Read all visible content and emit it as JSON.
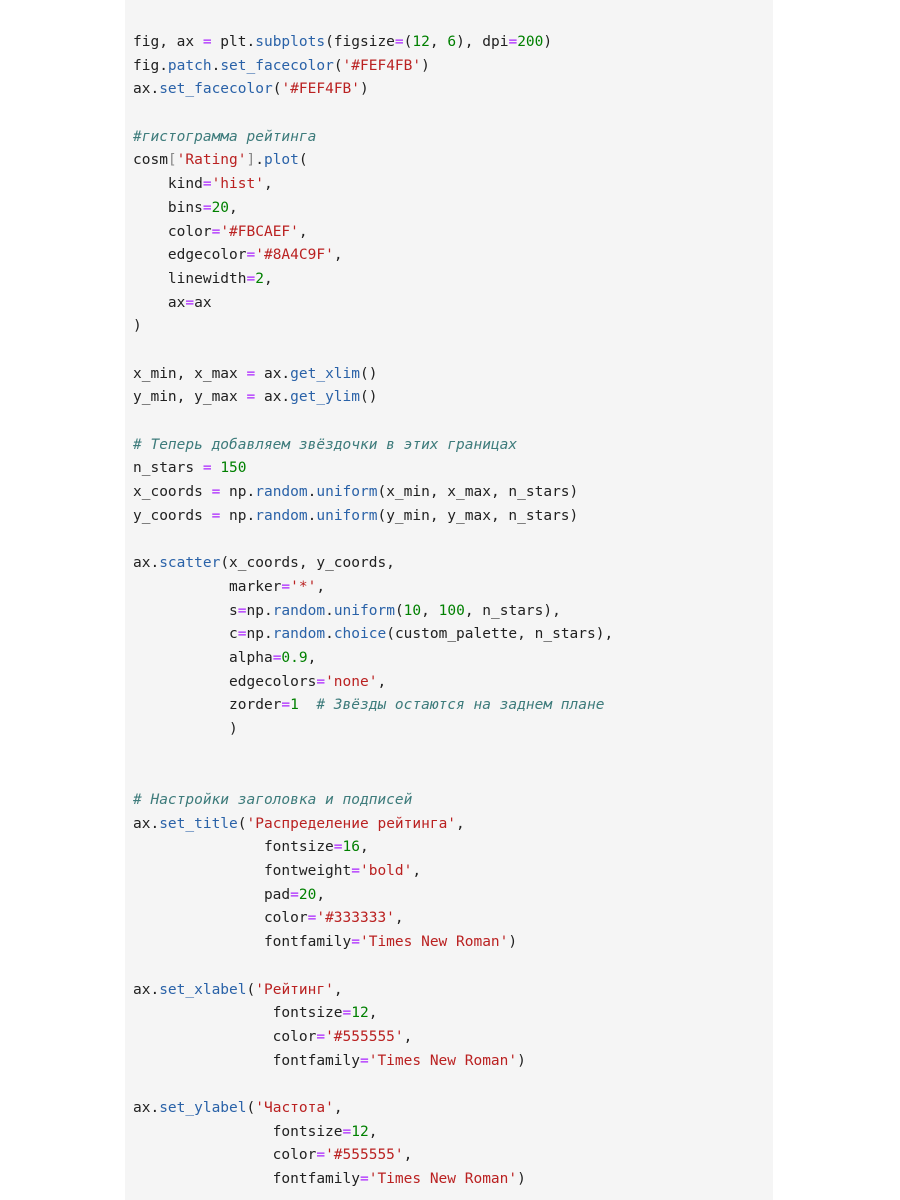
{
  "code_cell": {
    "lines": [
      [
        [
          "n",
          "fig, ax "
        ],
        [
          "o",
          "="
        ],
        [
          "n",
          " plt."
        ],
        [
          "a",
          "subplots"
        ],
        [
          "n",
          "(figsize"
        ],
        [
          "o",
          "="
        ],
        [
          "n",
          "("
        ],
        [
          "m",
          "12"
        ],
        [
          "n",
          ", "
        ],
        [
          "m",
          "6"
        ],
        [
          "n",
          "), dpi"
        ],
        [
          "o",
          "="
        ],
        [
          "m",
          "200"
        ],
        [
          "n",
          ")"
        ]
      ],
      [
        [
          "n",
          "fig."
        ],
        [
          "a",
          "patch"
        ],
        [
          "n",
          "."
        ],
        [
          "a",
          "set_facecolor"
        ],
        [
          "n",
          "("
        ],
        [
          "s",
          "'#FEF4FB'"
        ],
        [
          "n",
          ")"
        ]
      ],
      [
        [
          "n",
          "ax."
        ],
        [
          "a",
          "set_facecolor"
        ],
        [
          "n",
          "("
        ],
        [
          "s",
          "'#FEF4FB'"
        ],
        [
          "n",
          ")"
        ]
      ],
      [],
      [
        [
          "c",
          "#гистограмма рейтинга"
        ]
      ],
      [
        [
          "n",
          "cosm"
        ],
        [
          "b",
          "["
        ],
        [
          "s",
          "'Rating'"
        ],
        [
          "b",
          "]"
        ],
        [
          "n",
          "."
        ],
        [
          "a",
          "plot"
        ],
        [
          "n",
          "("
        ]
      ],
      [
        [
          "n",
          "    kind"
        ],
        [
          "o",
          "="
        ],
        [
          "s",
          "'hist'"
        ],
        [
          "n",
          ","
        ]
      ],
      [
        [
          "n",
          "    bins"
        ],
        [
          "o",
          "="
        ],
        [
          "m",
          "20"
        ],
        [
          "n",
          ","
        ]
      ],
      [
        [
          "n",
          "    color"
        ],
        [
          "o",
          "="
        ],
        [
          "s",
          "'#FBCAEF'"
        ],
        [
          "n",
          ","
        ]
      ],
      [
        [
          "n",
          "    edgecolor"
        ],
        [
          "o",
          "="
        ],
        [
          "s",
          "'#8A4C9F'"
        ],
        [
          "n",
          ","
        ]
      ],
      [
        [
          "n",
          "    linewidth"
        ],
        [
          "o",
          "="
        ],
        [
          "m",
          "2"
        ],
        [
          "n",
          ","
        ]
      ],
      [
        [
          "n",
          "    ax"
        ],
        [
          "o",
          "="
        ],
        [
          "n",
          "ax"
        ]
      ],
      [
        [
          "n",
          ")"
        ]
      ],
      [],
      [
        [
          "n",
          "x_min, x_max "
        ],
        [
          "o",
          "="
        ],
        [
          "n",
          " ax."
        ],
        [
          "a",
          "get_xlim"
        ],
        [
          "n",
          "()"
        ]
      ],
      [
        [
          "n",
          "y_min, y_max "
        ],
        [
          "o",
          "="
        ],
        [
          "n",
          " ax."
        ],
        [
          "a",
          "get_ylim"
        ],
        [
          "n",
          "()"
        ]
      ],
      [],
      [
        [
          "c",
          "# Теперь добавляем звёздочки в этих границах"
        ]
      ],
      [
        [
          "n",
          "n_stars "
        ],
        [
          "o",
          "="
        ],
        [
          "n",
          " "
        ],
        [
          "m",
          "150"
        ]
      ],
      [
        [
          "n",
          "x_coords "
        ],
        [
          "o",
          "="
        ],
        [
          "n",
          " np."
        ],
        [
          "a",
          "random"
        ],
        [
          "n",
          "."
        ],
        [
          "a",
          "uniform"
        ],
        [
          "n",
          "(x_min, x_max, n_stars)"
        ]
      ],
      [
        [
          "n",
          "y_coords "
        ],
        [
          "o",
          "="
        ],
        [
          "n",
          " np."
        ],
        [
          "a",
          "random"
        ],
        [
          "n",
          "."
        ],
        [
          "a",
          "uniform"
        ],
        [
          "n",
          "(y_min, y_max, n_stars)"
        ]
      ],
      [],
      [
        [
          "n",
          "ax."
        ],
        [
          "a",
          "scatter"
        ],
        [
          "n",
          "(x_coords, y_coords,"
        ]
      ],
      [
        [
          "n",
          "           marker"
        ],
        [
          "o",
          "="
        ],
        [
          "s",
          "'*'"
        ],
        [
          "n",
          ","
        ]
      ],
      [
        [
          "n",
          "           s"
        ],
        [
          "o",
          "="
        ],
        [
          "n",
          "np."
        ],
        [
          "a",
          "random"
        ],
        [
          "n",
          "."
        ],
        [
          "a",
          "uniform"
        ],
        [
          "n",
          "("
        ],
        [
          "m",
          "10"
        ],
        [
          "n",
          ", "
        ],
        [
          "m",
          "100"
        ],
        [
          "n",
          ", n_stars),"
        ]
      ],
      [
        [
          "n",
          "           c"
        ],
        [
          "o",
          "="
        ],
        [
          "n",
          "np."
        ],
        [
          "a",
          "random"
        ],
        [
          "n",
          "."
        ],
        [
          "a",
          "choice"
        ],
        [
          "n",
          "(custom_palette, n_stars),"
        ]
      ],
      [
        [
          "n",
          "           alpha"
        ],
        [
          "o",
          "="
        ],
        [
          "m",
          "0.9"
        ],
        [
          "n",
          ","
        ]
      ],
      [
        [
          "n",
          "           edgecolors"
        ],
        [
          "o",
          "="
        ],
        [
          "s",
          "'none'"
        ],
        [
          "n",
          ","
        ]
      ],
      [
        [
          "n",
          "           zorder"
        ],
        [
          "o",
          "="
        ],
        [
          "m",
          "1"
        ],
        [
          "n",
          "  "
        ],
        [
          "c",
          "# Звёзды остаются на заднем плане"
        ]
      ],
      [
        [
          "n",
          "           )"
        ]
      ],
      [],
      [],
      [
        [
          "c",
          "# Настройки заголовка и подписей"
        ]
      ],
      [
        [
          "n",
          "ax."
        ],
        [
          "a",
          "set_title"
        ],
        [
          "n",
          "("
        ],
        [
          "s",
          "'Распределение рейтинга'"
        ],
        [
          "n",
          ","
        ]
      ],
      [
        [
          "n",
          "               fontsize"
        ],
        [
          "o",
          "="
        ],
        [
          "m",
          "16"
        ],
        [
          "n",
          ","
        ]
      ],
      [
        [
          "n",
          "               fontweight"
        ],
        [
          "o",
          "="
        ],
        [
          "s",
          "'bold'"
        ],
        [
          "n",
          ","
        ]
      ],
      [
        [
          "n",
          "               pad"
        ],
        [
          "o",
          "="
        ],
        [
          "m",
          "20"
        ],
        [
          "n",
          ","
        ]
      ],
      [
        [
          "n",
          "               color"
        ],
        [
          "o",
          "="
        ],
        [
          "s",
          "'#333333'"
        ],
        [
          "n",
          ","
        ]
      ],
      [
        [
          "n",
          "               fontfamily"
        ],
        [
          "o",
          "="
        ],
        [
          "s",
          "'Times New Roman'"
        ],
        [
          "n",
          ")"
        ]
      ],
      [],
      [
        [
          "n",
          "ax."
        ],
        [
          "a",
          "set_xlabel"
        ],
        [
          "n",
          "("
        ],
        [
          "s",
          "'Рейтинг'"
        ],
        [
          "n",
          ","
        ]
      ],
      [
        [
          "n",
          "                fontsize"
        ],
        [
          "o",
          "="
        ],
        [
          "m",
          "12"
        ],
        [
          "n",
          ","
        ]
      ],
      [
        [
          "n",
          "                color"
        ],
        [
          "o",
          "="
        ],
        [
          "s",
          "'#555555'"
        ],
        [
          "n",
          ","
        ]
      ],
      [
        [
          "n",
          "                fontfamily"
        ],
        [
          "o",
          "="
        ],
        [
          "s",
          "'Times New Roman'"
        ],
        [
          "n",
          ")"
        ]
      ],
      [],
      [
        [
          "n",
          "ax."
        ],
        [
          "a",
          "set_ylabel"
        ],
        [
          "n",
          "("
        ],
        [
          "s",
          "'Частота'"
        ],
        [
          "n",
          ","
        ]
      ],
      [
        [
          "n",
          "                fontsize"
        ],
        [
          "o",
          "="
        ],
        [
          "m",
          "12"
        ],
        [
          "n",
          ","
        ]
      ],
      [
        [
          "n",
          "                color"
        ],
        [
          "o",
          "="
        ],
        [
          "s",
          "'#555555'"
        ],
        [
          "n",
          ","
        ]
      ],
      [
        [
          "n",
          "                fontfamily"
        ],
        [
          "o",
          "="
        ],
        [
          "s",
          "'Times New Roman'"
        ],
        [
          "n",
          ")"
        ]
      ]
    ]
  }
}
